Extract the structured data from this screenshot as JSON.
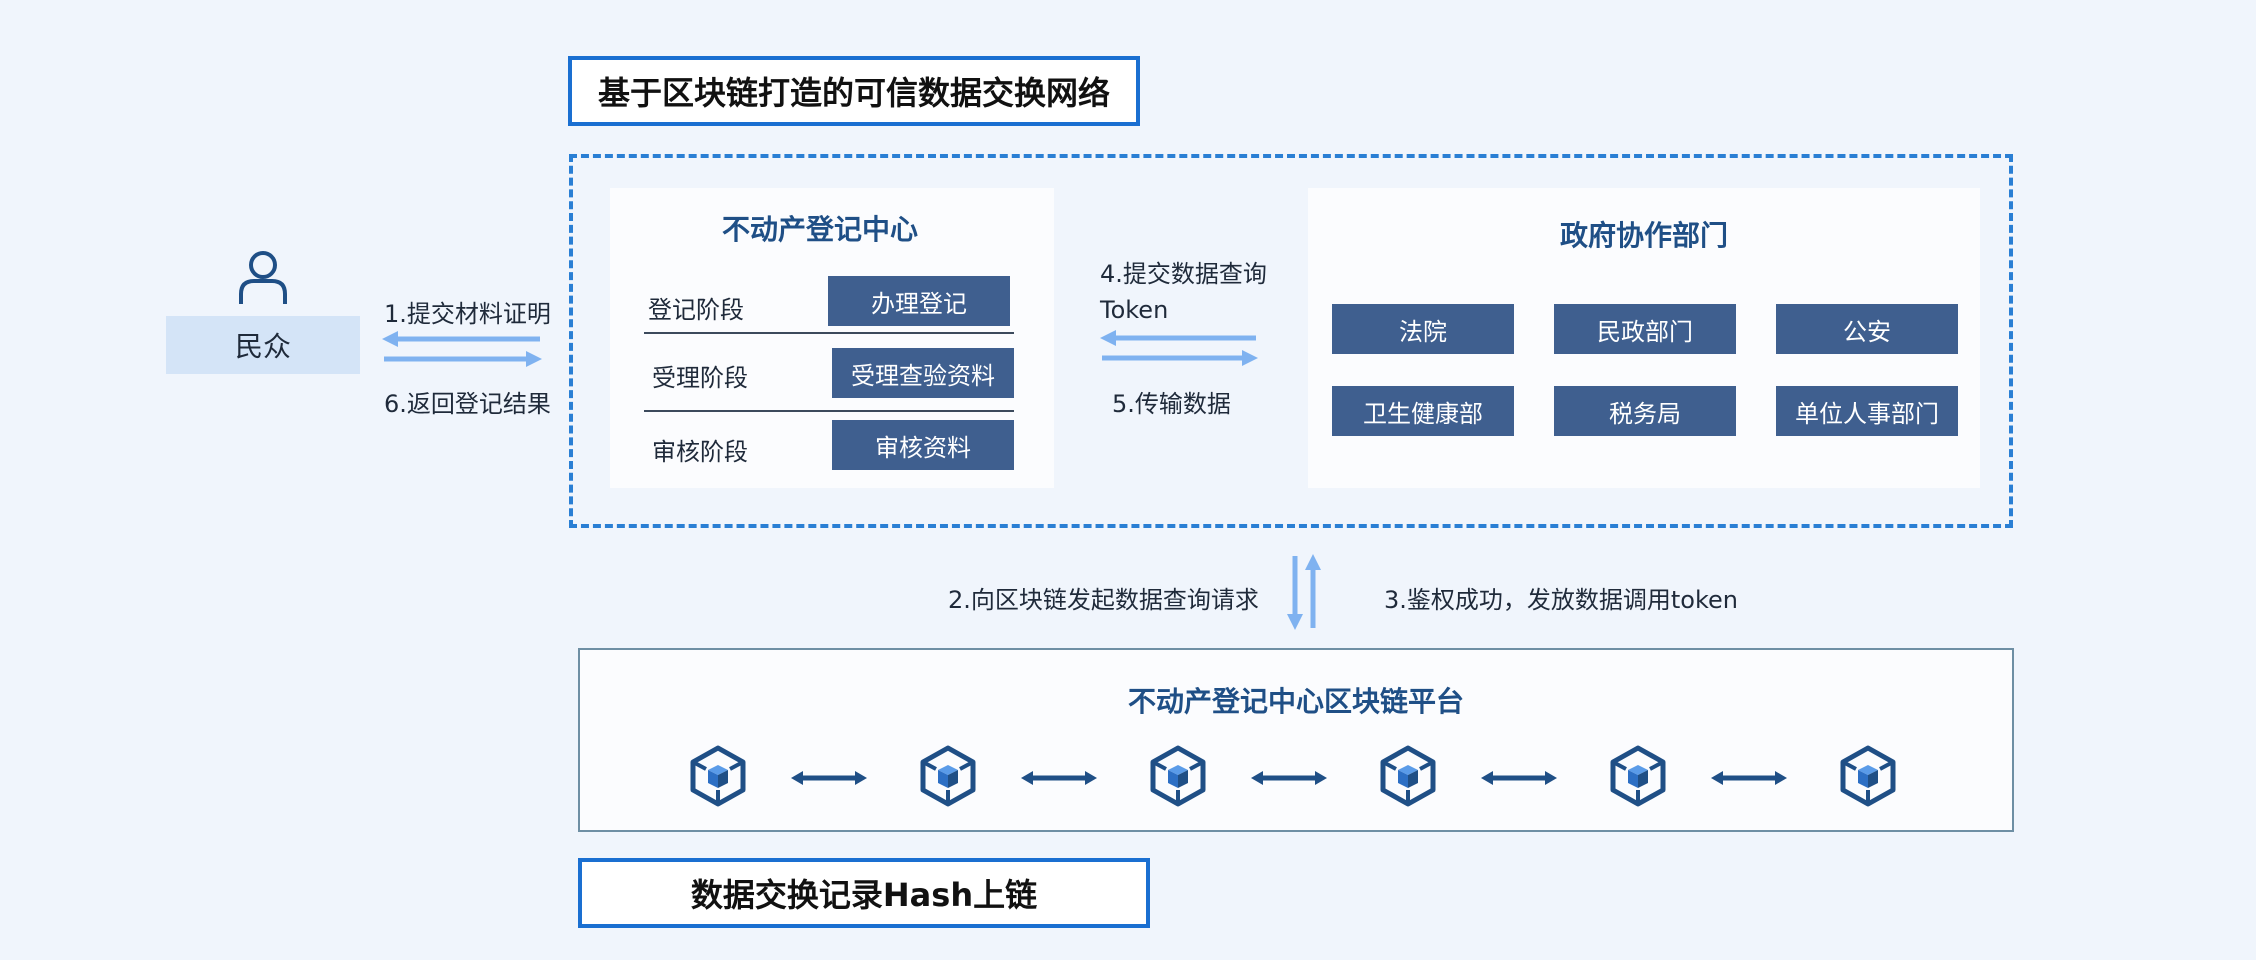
{
  "title": "基于区块链打造的可信数据交换网络",
  "citizen": {
    "label": "民众"
  },
  "flows": {
    "step1": "1.提交材料证明",
    "step6": "6.返回登记结果",
    "step4_line1": "4.提交数据查询",
    "step4_line2": "Token",
    "step5": "5.传输数据",
    "step2": "2.向区块链发起数据查询请求",
    "step3": "3.鉴权成功，发放数据调用token"
  },
  "registry": {
    "title": "不动产登记中心",
    "stages": [
      {
        "label": "登记阶段",
        "action": "办理登记"
      },
      {
        "label": "受理阶段",
        "action": "受理查验资料"
      },
      {
        "label": "审核阶段",
        "action": "审核资料"
      }
    ]
  },
  "gov": {
    "title": "政府协作部门",
    "departments": [
      "法院",
      "民政部门",
      "公安",
      "卫生健康部",
      "税务局",
      "单位人事部门"
    ]
  },
  "blockchain": {
    "title": "不动产登记中心区块链平台",
    "node_icon": "blockchain-cube-icon",
    "link_icon": "double-arrow-icon"
  },
  "footer": "数据交换记录Hash上链",
  "colors": {
    "background": "#f0f5fc",
    "accent_blue": "#1a6fd1",
    "button_fill": "#3f5f8f",
    "arrow_light": "#7fb2f0",
    "arrow_dark": "#1f4f86",
    "title_text": "#1f4f86"
  }
}
